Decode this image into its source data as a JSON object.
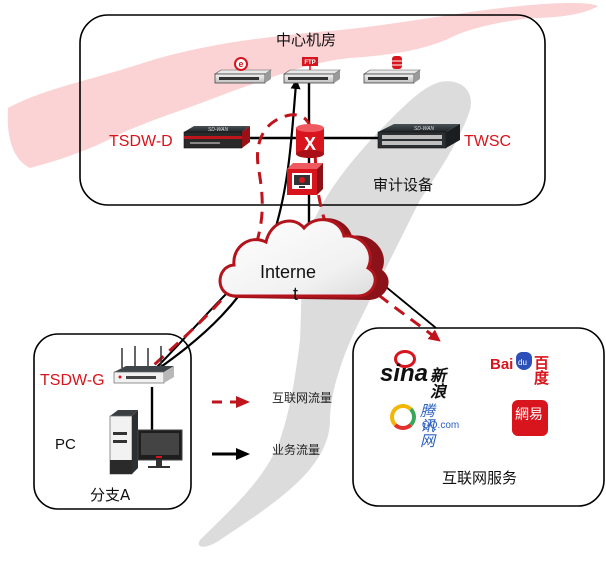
{
  "diagram": {
    "title": "SD-WAN network topology",
    "colors": {
      "accent_red": "#d8141c",
      "dashed_red": "#c0141c",
      "line_black": "#000000",
      "bg_brush_red": "#fbd3d5",
      "bg_brush_grey": "#dcdcdc"
    },
    "datacenter": {
      "title": "中心机房",
      "servers": [
        {
          "name": "web-server",
          "badge": "e"
        },
        {
          "name": "ftp-server",
          "badge": "FTP"
        },
        {
          "name": "db-server",
          "badge": "DB"
        }
      ],
      "tsdw_d_label": "TSDW-D",
      "tsdw_d_device_text": "SD-WAN",
      "twsc_label": "TWSC",
      "twsc_device_text": "SD-WAN",
      "audit_label": "审计设备"
    },
    "internet": {
      "label_line1": "Interne",
      "label_line2": "t"
    },
    "branch": {
      "title": "分支A",
      "tsdw_g_label": "TSDW-G",
      "pc_label": "PC"
    },
    "services": {
      "title": "互联网服务",
      "logos": {
        "sina_text": "sina",
        "sina_cn": "新浪",
        "baidu_text_a": "Bai",
        "baidu_text_b": "du",
        "baidu_cn": "百度",
        "qq_cn": "腾讯网",
        "qq_domain": "QQ.com",
        "netease_cn": "網易"
      }
    },
    "legend": {
      "items": [
        {
          "style": "dashed-red-arrow",
          "label": "互联网流量"
        },
        {
          "style": "solid-black-arrow",
          "label": "业务流量"
        }
      ]
    }
  }
}
